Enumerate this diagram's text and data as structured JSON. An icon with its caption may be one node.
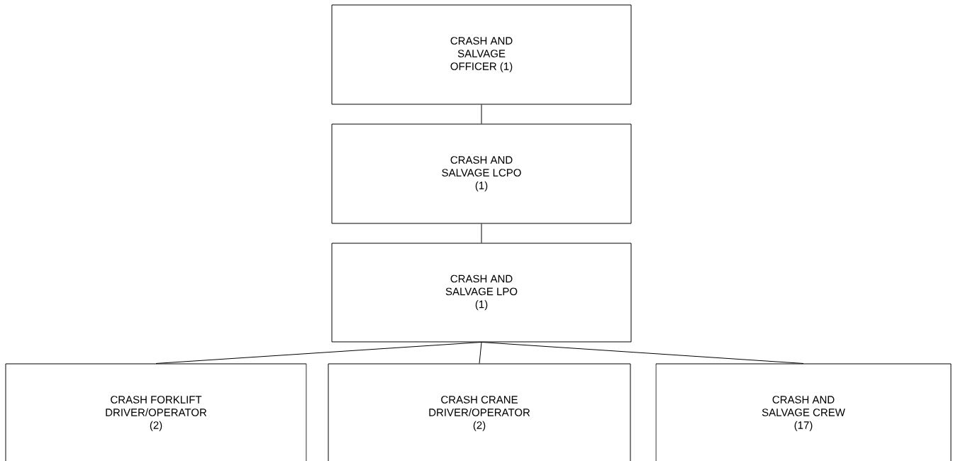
{
  "diagram": {
    "nodes": [
      {
        "text": [
          "CRASH AND SALVAGE OFFICER (1)"
        ]
      },
      {
        "text": [
          "CRASH AND SALVAGE LCPO (1)"
        ]
      },
      {
        "text": [
          "CRASH AND SALVAGE LPO (1)"
        ]
      },
      {
        "text": [
          "CRASH FORKLIFT DRIVER/OPERATOR (2)"
        ]
      },
      {
        "text": [
          "CRASH CRANE DRIVER/OPERATOR (2)"
        ]
      },
      {
        "text": [
          "CRASH AND SALVAGE CREW (17)"
        ]
      }
    ],
    "edges": [
      {
        "from": 0,
        "to": 1,
        "arrow": "none"
      },
      {
        "from": 1,
        "to": 2,
        "arrow": "none"
      },
      {
        "from": 2,
        "to": 3,
        "arrow": "none"
      },
      {
        "from": 2,
        "to": 4,
        "arrow": "none"
      },
      {
        "from": 2,
        "to": 5,
        "arrow": "none"
      }
    ]
  }
}
